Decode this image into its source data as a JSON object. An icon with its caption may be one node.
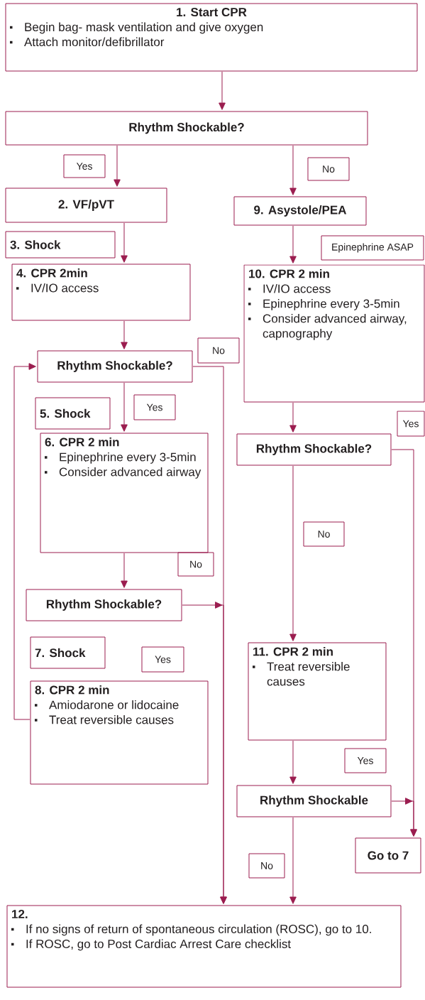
{
  "diagram": {
    "nodes": [
      {
        "text": [
          "1. Start CPR",
          "Begin bag- mask ventilation and give oxygen",
          "Attach monitor/defibrillator"
        ]
      },
      {
        "text": [
          "Rhythm Shockable?"
        ]
      },
      {
        "text": [
          "Yes"
        ]
      },
      {
        "text": [
          "No"
        ]
      },
      {
        "text": [
          "2. VF/pVT"
        ]
      },
      {
        "text": [
          "9. Asystole/PEA"
        ]
      },
      {
        "text": [
          "3. Shock"
        ]
      },
      {
        "text": [
          "Epinephrine ASAP"
        ]
      },
      {
        "text": [
          "4. CPR 2min",
          "IV/IO access"
        ]
      },
      {
        "text": [
          "10. CPR 2 min",
          "IV/IO access",
          "Epinephrine every 3-5min",
          "Consider advanced airway, capnography"
        ]
      },
      {
        "text": [
          "Rhythm Shockable?"
        ]
      },
      {
        "text": [
          "No"
        ]
      },
      {
        "text": [
          "5. Shock"
        ]
      },
      {
        "text": [
          "Yes"
        ]
      },
      {
        "text": [
          "6. CPR 2 min",
          "Epinephrine every 3-5min",
          "Consider advanced airway"
        ]
      },
      {
        "text": [
          "Yes"
        ]
      },
      {
        "text": [
          "Rhythm Shockable?"
        ]
      },
      {
        "text": [
          "No"
        ]
      },
      {
        "text": [
          "No"
        ]
      },
      {
        "text": [
          "Rhythm Shockable?"
        ]
      },
      {
        "text": [
          "7. Shock"
        ]
      },
      {
        "text": [
          "11. CPR 2 min",
          "Treat reversible causes"
        ]
      },
      {
        "text": [
          "Yes"
        ]
      },
      {
        "text": [
          "8. CPR 2 min",
          "Amiodarone or lidocaine",
          "Treat reversible causes"
        ]
      },
      {
        "text": [
          "Yes"
        ]
      },
      {
        "text": [
          "Rhythm Shockable"
        ]
      },
      {
        "text": [
          "Go to 7"
        ]
      },
      {
        "text": [
          "No"
        ]
      },
      {
        "text": [
          "12.",
          "If no signs of return of spontaneous circulation (ROSC), go to 10.",
          "If ROSC, go to Post Cardiac Arrest Care checklist"
        ]
      }
    ],
    "edges": [
      {
        "from": 0,
        "to": 1,
        "arrow": "to"
      },
      {
        "from": 1,
        "to": 4,
        "arrow": "to"
      },
      {
        "from": 1,
        "to": 5,
        "arrow": "to"
      },
      {
        "from": 4,
        "to": 8,
        "arrow": "to"
      },
      {
        "from": 5,
        "to": 9,
        "arrow": "to"
      },
      {
        "from": 8,
        "to": 10,
        "arrow": "to"
      },
      {
        "from": 10,
        "to": 14,
        "arrow": "to"
      },
      {
        "from": 10,
        "to": 28,
        "arrow": "to"
      },
      {
        "from": 14,
        "to": 19,
        "arrow": "to"
      },
      {
        "from": 19,
        "to": 28,
        "arrow": "to"
      },
      {
        "from": 9,
        "to": 16,
        "arrow": "to"
      },
      {
        "from": 16,
        "to": 21,
        "arrow": "to"
      },
      {
        "from": 16,
        "to": 26,
        "arrow": "to"
      },
      {
        "from": 21,
        "to": 25,
        "arrow": "to"
      },
      {
        "from": 25,
        "to": 26,
        "arrow": "to"
      },
      {
        "from": 25,
        "to": 28,
        "arrow": "to"
      },
      {
        "from": 23,
        "to": 10,
        "arrow": "to"
      }
    ]
  }
}
